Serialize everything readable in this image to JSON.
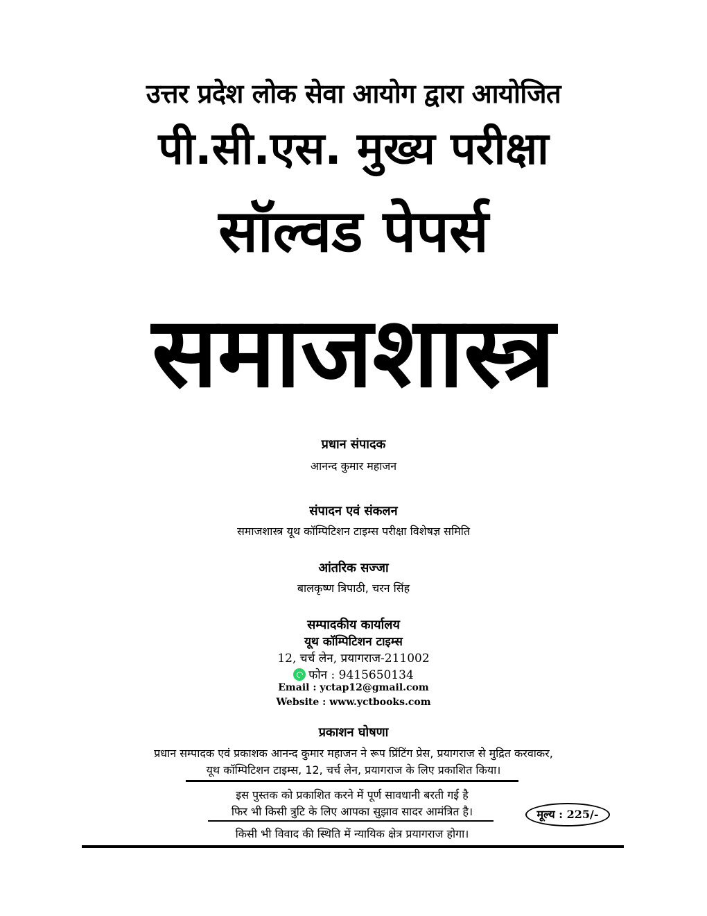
{
  "cover": {
    "organizer_line": "उत्तर प्रदेश लोक सेवा आयोग द्वारा आयोजित",
    "exam_title": "पी.सी.एस. मुख्य परीक्षा",
    "series_title": "सॉल्वड पेपर्स",
    "subject_title": "समाजशास्त्र"
  },
  "credits": {
    "chief_editor": {
      "heading": "प्रधान संपादक",
      "name": "आनन्द कुमार महाजन"
    },
    "compilation": {
      "heading": "संपादन एवं संकलन",
      "name": "समाजशास्त्र यूथ कॉम्पिटिशन टाइम्स परीक्षा विशेषज्ञ समिति"
    },
    "interior_design": {
      "heading": "आंतरिक सज्जा",
      "name": "बालकृष्ण त्रिपाठी, चरन सिंह"
    }
  },
  "office": {
    "heading": "सम्पादकीय कार्यालय",
    "publisher": "यूथ कॉम्पिटिशन टाइम्स",
    "address": "12, चर्च लेन, प्रयागराज-211002",
    "phone_label": "फोन",
    "phone": "9415650134",
    "phone_icon": "whatsapp-icon",
    "email_label": "Email :",
    "email": "yctap12@gmail.com",
    "website_label": "Website :",
    "website": "www.yctbooks.com"
  },
  "publication": {
    "heading": "प्रकाशन घोषणा",
    "statement_line1": "प्रधान सम्पादक एवं प्रकाशक आनन्द कुमार महाजन ने रूप प्रिंटिंग प्रेस, प्रयागराज से मुद्रित करवाकर,",
    "statement_line2": "यूथ कॉम्पिटिशन टाइम्स, 12, चर्च लेन, प्रयागराज के लिए प्रकाशित किया।",
    "disclaimer_line1": "इस पुस्तक को प्रकाशित करने में पूर्ण सावधानी बरती गई है",
    "disclaimer_line2": "फिर भी किसी त्रुटि के लिए आपका सुझाव सादर आमंत्रित है।",
    "jurisdiction": "किसी भी विवाद की स्थिति में न्यायिक क्षेत्र प्रयागराज होगा।",
    "price": "मूल्य : 225/-"
  }
}
